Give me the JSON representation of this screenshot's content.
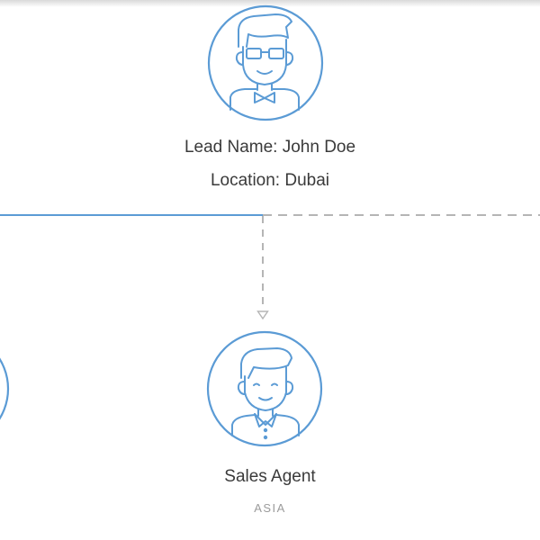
{
  "lead": {
    "name_label": "Lead Name: John Doe",
    "location_label": "Location: Dubai",
    "avatar_icon": "man-with-glasses-and-bowtie-icon"
  },
  "agent": {
    "title": "Sales Agent",
    "region": "ASIA",
    "avatar_icon": "man-with-collared-shirt-icon"
  },
  "left_node": {
    "label_fragment": ":",
    "avatar_icon": "partial-avatar-icon"
  },
  "connectors": {
    "assigned_line": "solid",
    "candidate_line": "dashed",
    "arrow": "dashed-arrow-down-icon"
  },
  "colors": {
    "accent": "#5b9bd5",
    "dashed": "#b5b5b5",
    "text": "#3a3a3a",
    "subtext": "#9b9b9b"
  }
}
